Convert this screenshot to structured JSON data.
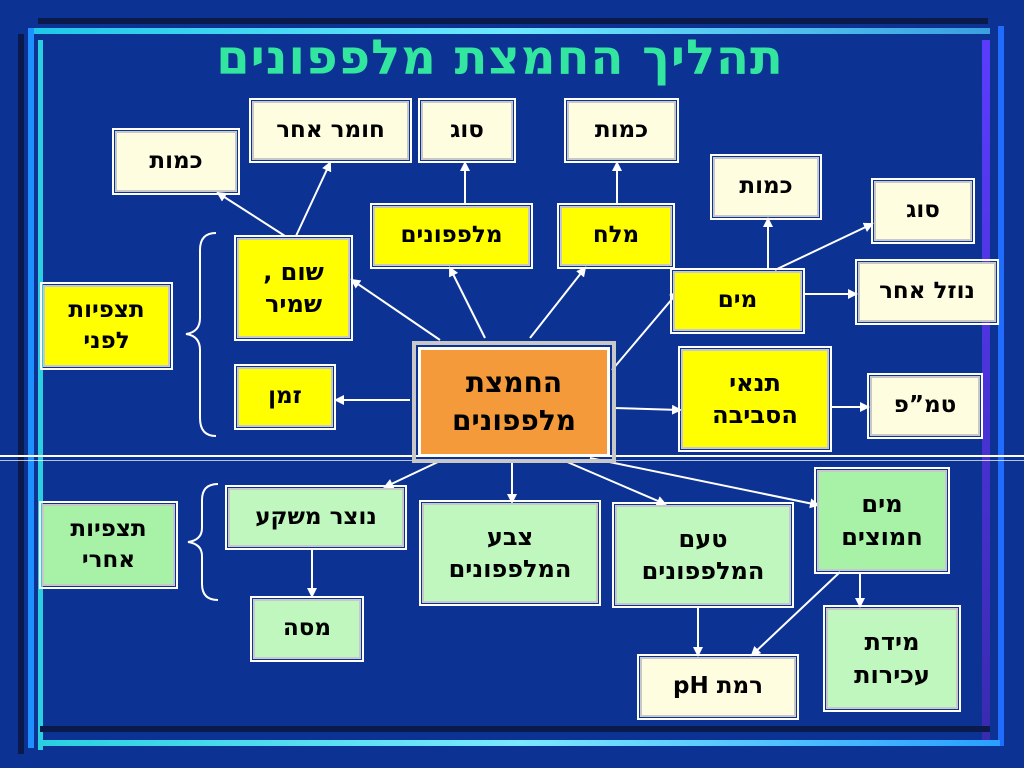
{
  "title": "תהליך החמצת מלפפונים",
  "center": "החמצת מלפפונים",
  "before": {
    "label": "תצפיות לפני",
    "garlic": "שום , שמיר",
    "garlic_amount": "כמות",
    "garlic_other": "חומר אחר",
    "time": "זמן",
    "cucumbers": "מלפפונים",
    "cucumbers_type": "סוג",
    "salt": "מלח",
    "salt_amount": "כמות",
    "water": "מים",
    "water_amount": "כמות",
    "water_type": "סוג",
    "water_other": "נוזל אחר",
    "environment": "תנאי הסביבה",
    "temperature": "טמ”פ"
  },
  "after": {
    "label": "תצפיות אחרי",
    "liquid": "נוצר משקע",
    "mass": "מסה",
    "color": "צבע המלפפונים",
    "taste": "טעם המלפפונים",
    "sour_water": "מים חמוצים",
    "ph": "רמת  pH",
    "turbidity": "מידת עכירות"
  },
  "colors": {
    "background": "#0c3294",
    "title": "#33e6a0",
    "center": "#f59a3a",
    "before_boxes": "#ffff00",
    "attribute_boxes": "#fffde0",
    "after_boxes": "#bff7bf"
  }
}
